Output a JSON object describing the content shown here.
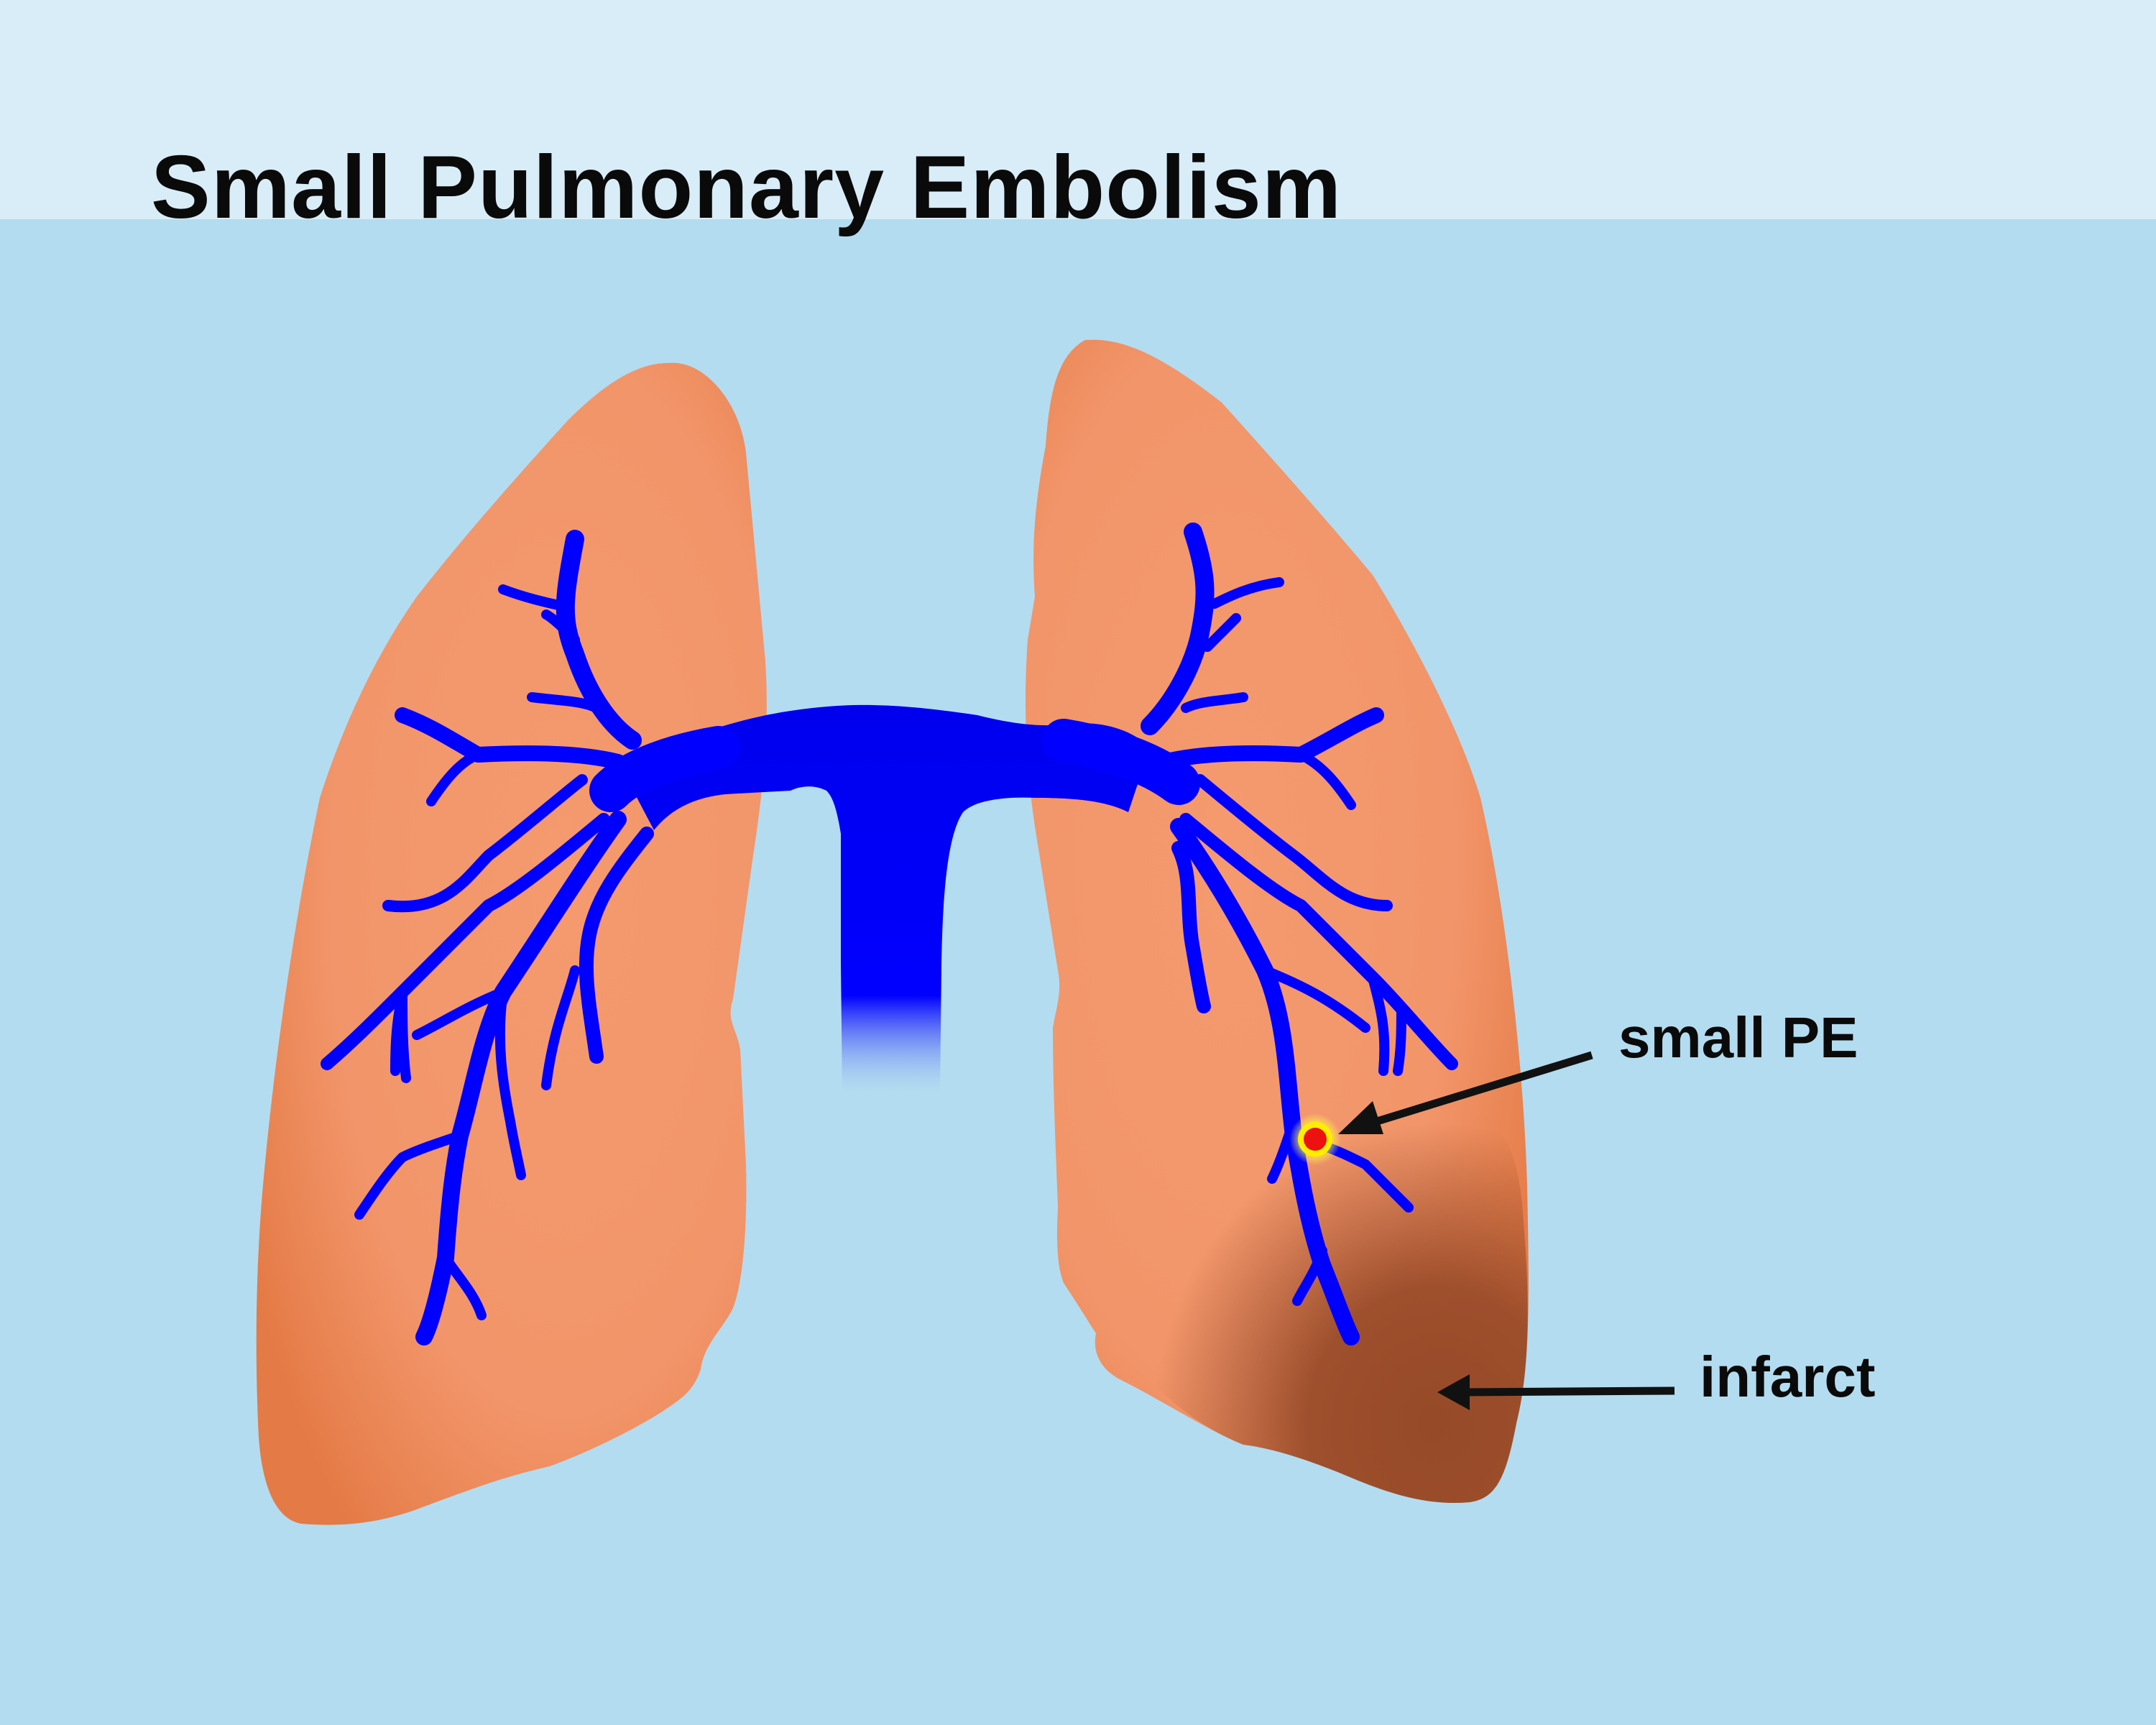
{
  "title": "Small Pulmonary Embolism",
  "labels": {
    "small_pe": "small PE",
    "infarct": "infarct"
  },
  "colors": {
    "background_top": "#d9edf8",
    "background": "#b3dcf0",
    "lung": "#f2956a",
    "lung_edge": "#e47a45",
    "infarct": "#9a4c2a",
    "artery": "#0000ff",
    "artery_dark": "#0000cc",
    "embolus": "#ee1111",
    "embolus_glow": "#ffee00",
    "arrow": "#111111",
    "text": "#0a0a0a"
  }
}
